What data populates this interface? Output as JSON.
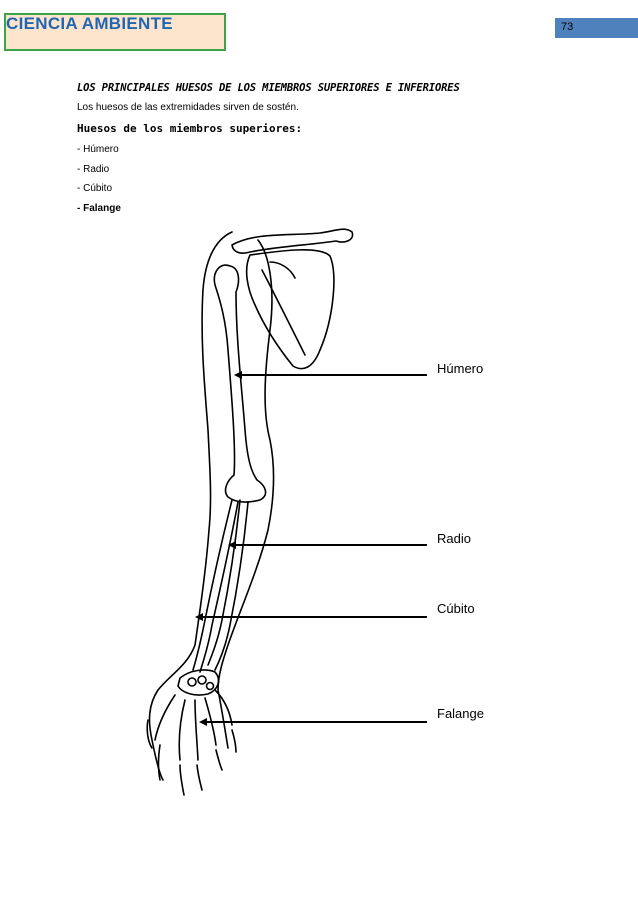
{
  "header": {
    "title": "CIENCIA AMBIENTE",
    "page_number": "73"
  },
  "content": {
    "heading": "LOS PRINCIPALES HUESOS DE LOS MIEMBROS SUPERIORES E INFERIORES",
    "intro": "Los huesos de las extremidades sirven de sostén.",
    "subheading": "Huesos de los miembros superiores:",
    "list": [
      "- Húmero",
      "- Radio",
      "- Cúbito",
      "- Falange"
    ]
  },
  "figure": {
    "labels": [
      "Húmero",
      "Radio",
      "Cúbito",
      "Falange"
    ]
  },
  "colors": {
    "header_bg": "#fde4cc",
    "header_border": "#3da34a",
    "header_text": "#1f66b3",
    "page_bar": "#4f81bd"
  }
}
